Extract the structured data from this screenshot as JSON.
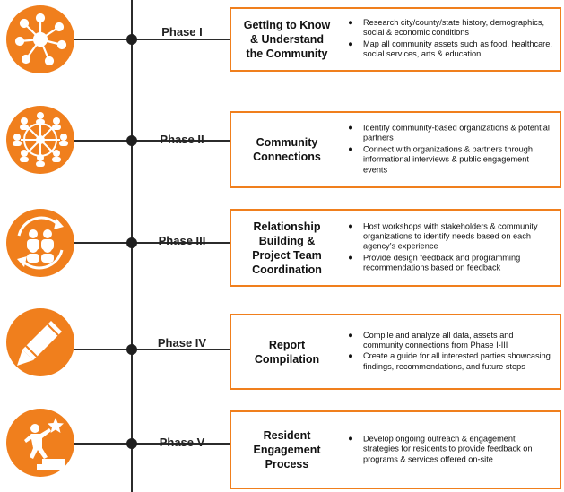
{
  "colors": {
    "accent": "#f07f1d",
    "line": "#2b2b2b"
  },
  "phases": [
    {
      "label": "Phase I",
      "icon": "network-hub-icon",
      "title_lines": [
        "Getting to Know",
        "& Understand",
        "the Community"
      ],
      "bullets": [
        "Research city/county/state history, demographics, social & economic conditions",
        "Map all community assets such as food, healthcare, social services, arts & education"
      ]
    },
    {
      "label": "Phase II",
      "icon": "people-network-icon",
      "title_lines": [
        "Community",
        "Connections"
      ],
      "bullets": [
        "Identify community-based organizations & potential partners",
        "Connect with organizations & partners through informational interviews & public engagement events"
      ]
    },
    {
      "label": "Phase III",
      "icon": "group-cycle-icon",
      "title_lines": [
        "Relationship",
        "Building &",
        "Project Team",
        "Coordination"
      ],
      "bullets": [
        "Host workshops with stakeholders & community organizations to identify needs based on each agency’s experience",
        "Provide design feedback and programming recommendations based on feedback"
      ]
    },
    {
      "label": "Phase IV",
      "icon": "pencil-icon",
      "title_lines": [
        "Report",
        "Compilation"
      ],
      "bullets": [
        "Compile and analyze all data, assets and community connections from Phase I-III",
        "Create a guide for all interested parties showcasing findings, recommendations, and future steps"
      ]
    },
    {
      "label": "Phase V",
      "icon": "person-star-steps-icon",
      "title_lines": [
        "Resident",
        "Engagement",
        "Process"
      ],
      "bullets": [
        "Develop ongoing outreach & engagement strategies for residents to provide feedback on programs & services offered on-site"
      ]
    }
  ]
}
